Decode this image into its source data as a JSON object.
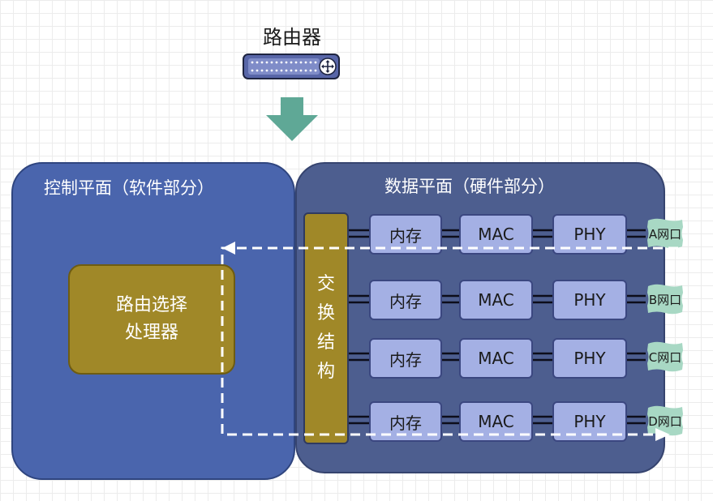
{
  "router_title": "路由器",
  "control_plane": {
    "title": "控制平面（软件部分）",
    "processor_lines": [
      "路由选择",
      "处理器"
    ]
  },
  "data_plane": {
    "title": "数据平面（硬件部分）",
    "switch_chars": [
      "交",
      "换",
      "结",
      "构"
    ],
    "rows": [
      {
        "memory": "内存",
        "mac": "MAC",
        "phy": "PHY",
        "port": "A网口"
      },
      {
        "memory": "内存",
        "mac": "MAC",
        "phy": "PHY",
        "port": "B网口"
      },
      {
        "memory": "内存",
        "mac": "MAC",
        "phy": "PHY",
        "port": "C网口"
      },
      {
        "memory": "内存",
        "mac": "MAC",
        "phy": "PHY",
        "port": "D网口"
      }
    ]
  },
  "colors": {
    "control_plane": "#4a65ad",
    "data_plane": "#4d5e8f",
    "processor": "#a08828",
    "module": "#a4b0e4",
    "port": "#a8d8c4",
    "arrow": "#5fa896"
  }
}
